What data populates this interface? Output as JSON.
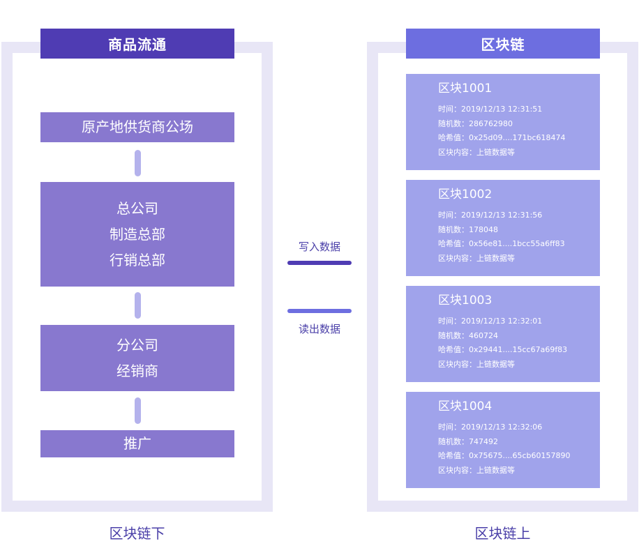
{
  "left_panel": {
    "header": "商品流通",
    "footer": "区块链下",
    "boxes": [
      {
        "lines": [
          "原产地供货商公场"
        ]
      },
      {
        "lines": [
          "总公司",
          "制造总部",
          "行销总部"
        ]
      },
      {
        "lines": [
          "分公司",
          "经销商"
        ]
      },
      {
        "lines": [
          "推广"
        ]
      }
    ]
  },
  "middle": {
    "write_label": "写入数据",
    "read_label": "读出数据"
  },
  "right_panel": {
    "header": "区块链",
    "footer": "区块链上",
    "blocks": [
      {
        "title": "区块1001",
        "time": "时间：2019/12/13  12:31:51",
        "random": "随机数：286762980",
        "hash": "哈希值：0x25d09....171bc618474",
        "content": "区块内容：上链数据等"
      },
      {
        "title": "区块1002",
        "time": "时间：2019/12/13  12:31:56",
        "random": "随机数：178048",
        "hash": "哈希值：0x56e81....1bcc55a6ff83",
        "content": "区块内容：上链数据等"
      },
      {
        "title": "区块1003",
        "time": "时间：2019/12/13  12:32:01",
        "random": "随机数：460724",
        "hash": "哈希值：0x29441....15cc67a69f83",
        "content": "区块内容：上链数据等"
      },
      {
        "title": "区块1004",
        "time": "时间：2019/12/13  12:32:06",
        "random": "随机数：747492",
        "hash": "哈希值：0x75675....65cb60157890",
        "content": "区块内容：上链数据等"
      }
    ]
  },
  "colors": {
    "left_header": "#4f3cb3",
    "right_header": "#6d6ee0",
    "flow_box": "#8878cf",
    "block_card": "#a0a3eb",
    "connector": "#b4b2ec",
    "frame": "#e8e6f6",
    "write_bar": "#4f3cb3",
    "read_bar": "#6d6ee0",
    "label_text": "#4a3fa8"
  }
}
